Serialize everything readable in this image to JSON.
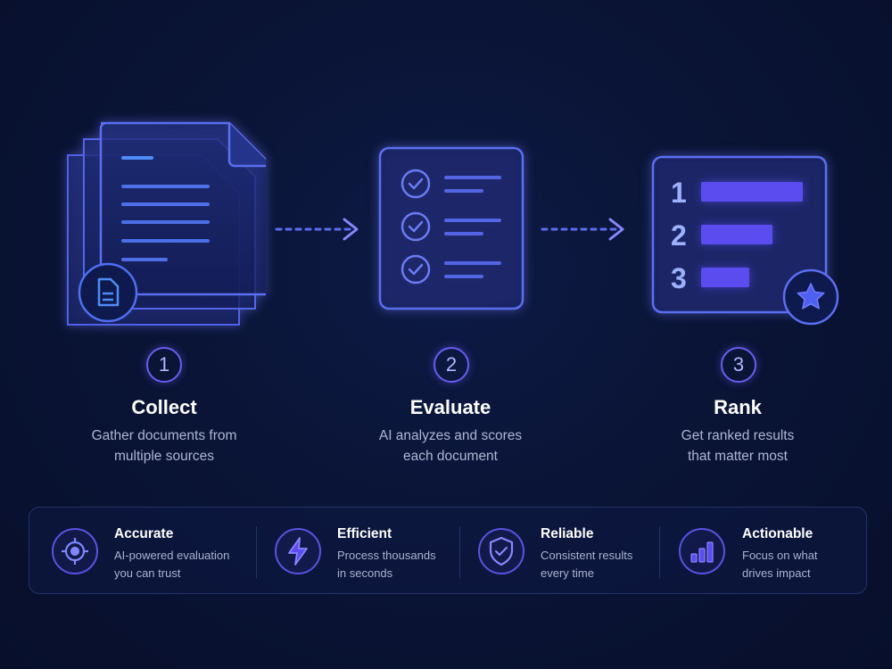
{
  "steps": [
    {
      "number": "1",
      "title": "Collect",
      "desc_line1": "Gather documents from",
      "desc_line2": "multiple sources",
      "icon": "documents-icon"
    },
    {
      "number": "2",
      "title": "Evaluate",
      "desc_line1": "AI analyzes and scores",
      "desc_line2": "each document",
      "icon": "checklist-icon"
    },
    {
      "number": "3",
      "title": "Rank",
      "desc_line1": "Get ranked results",
      "desc_line2": "that matter most",
      "icon": "ranking-icon"
    }
  ],
  "ranking": {
    "labels": [
      "1",
      "2",
      "3"
    ],
    "bar_lengths": [
      1.0,
      0.7,
      0.47
    ]
  },
  "features": [
    {
      "title": "Accurate",
      "desc_line1": "AI-powered evaluation",
      "desc_line2": "you can trust",
      "icon": "target-icon"
    },
    {
      "title": "Efficient",
      "desc_line1": "Process thousands",
      "desc_line2": "in seconds",
      "icon": "lightning-icon"
    },
    {
      "title": "Reliable",
      "desc_line1": "Consistent results",
      "desc_line2": "every time",
      "icon": "shield-check-icon"
    },
    {
      "title": "Actionable",
      "desc_line1": "Focus on what",
      "desc_line2": "drives impact",
      "icon": "bar-chart-icon"
    }
  ],
  "colors": {
    "background": "#0a1436",
    "accent": "#6a5cf0",
    "stroke": "#5a6cf0",
    "bar": "#5b4cf0"
  }
}
